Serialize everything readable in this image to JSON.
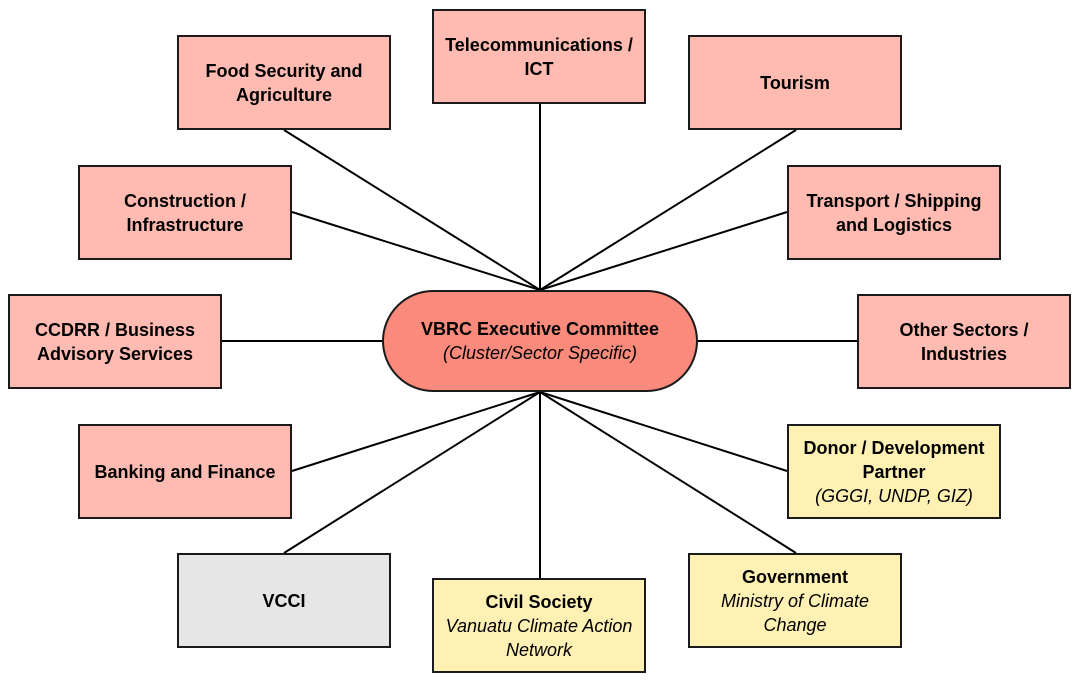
{
  "diagram": {
    "center": {
      "title": "VBRC Executive Committee",
      "subtitle": "(Cluster/Sector Specific)"
    },
    "nodes": [
      {
        "id": "telecom",
        "title": "Telecommunications / ICT",
        "subtitle": "",
        "category": "sector"
      },
      {
        "id": "food",
        "title": "Food Security and Agriculture",
        "subtitle": "",
        "category": "sector"
      },
      {
        "id": "tourism",
        "title": "Tourism",
        "subtitle": "",
        "category": "sector"
      },
      {
        "id": "construction",
        "title": "Construction / Infrastructure",
        "subtitle": "",
        "category": "sector"
      },
      {
        "id": "transport",
        "title": "Transport / Shipping and Logistics",
        "subtitle": "",
        "category": "sector"
      },
      {
        "id": "ccdrr",
        "title": "CCDRR / Business Advisory Services",
        "subtitle": "",
        "category": "sector"
      },
      {
        "id": "other",
        "title": "Other Sectors / Industries",
        "subtitle": "",
        "category": "sector"
      },
      {
        "id": "banking",
        "title": "Banking and Finance",
        "subtitle": "",
        "category": "sector"
      },
      {
        "id": "donor",
        "title": "Donor / Development Partner",
        "subtitle": "(GGGI, UNDP, GIZ)",
        "category": "partner"
      },
      {
        "id": "vcci",
        "title": "VCCI",
        "subtitle": "",
        "category": "neutral"
      },
      {
        "id": "civil",
        "title": "Civil Society",
        "subtitle": "Vanuatu Climate Action Network",
        "category": "partner"
      },
      {
        "id": "government",
        "title": "Government",
        "subtitle": "Ministry of Climate Change",
        "category": "partner"
      }
    ],
    "colors": {
      "sector": "#ffbbb1",
      "partner": "#fff1b3",
      "neutral": "#e6e6e6",
      "center": "#fa8b7c",
      "border": "#1a1a1a"
    }
  }
}
